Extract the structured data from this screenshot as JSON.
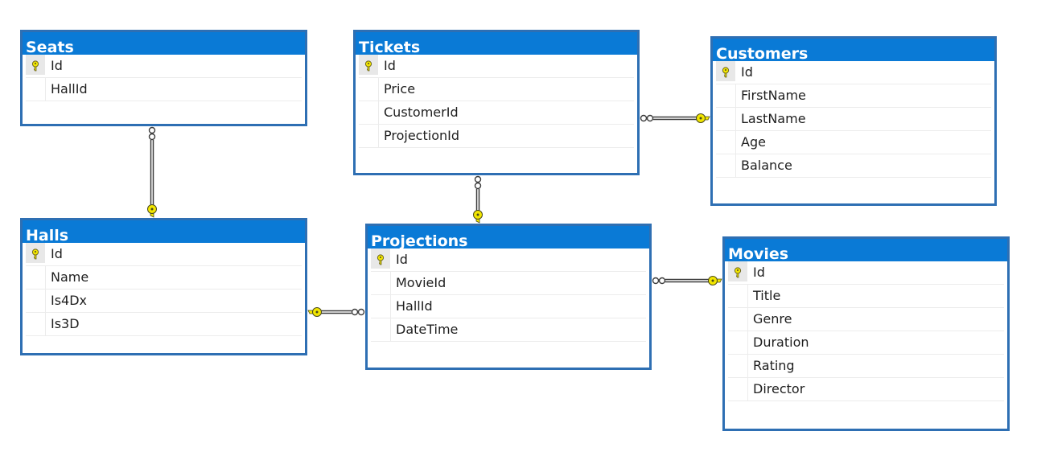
{
  "diagram": {
    "tables": [
      {
        "id": "seats",
        "name": "Seats",
        "columns": [
          {
            "name": "Id",
            "primary_key": true
          },
          {
            "name": "HallId",
            "primary_key": false
          }
        ]
      },
      {
        "id": "tickets",
        "name": "Tickets",
        "columns": [
          {
            "name": "Id",
            "primary_key": true
          },
          {
            "name": "Price",
            "primary_key": false
          },
          {
            "name": "CustomerId",
            "primary_key": false
          },
          {
            "name": "ProjectionId",
            "primary_key": false
          }
        ]
      },
      {
        "id": "customers",
        "name": "Customers",
        "columns": [
          {
            "name": "Id",
            "primary_key": true
          },
          {
            "name": "FirstName",
            "primary_key": false
          },
          {
            "name": "LastName",
            "primary_key": false
          },
          {
            "name": "Age",
            "primary_key": false
          },
          {
            "name": "Balance",
            "primary_key": false
          }
        ]
      },
      {
        "id": "halls",
        "name": "Halls",
        "columns": [
          {
            "name": "Id",
            "primary_key": true
          },
          {
            "name": "Name",
            "primary_key": false
          },
          {
            "name": "Is4Dx",
            "primary_key": false
          },
          {
            "name": "Is3D",
            "primary_key": false
          }
        ]
      },
      {
        "id": "projections",
        "name": "Projections",
        "columns": [
          {
            "name": "Id",
            "primary_key": true
          },
          {
            "name": "MovieId",
            "primary_key": false
          },
          {
            "name": "HallId",
            "primary_key": false
          },
          {
            "name": "DateTime",
            "primary_key": false
          }
        ]
      },
      {
        "id": "movies",
        "name": "Movies",
        "columns": [
          {
            "name": "Id",
            "primary_key": true
          },
          {
            "name": "Title",
            "primary_key": false
          },
          {
            "name": "Genre",
            "primary_key": false
          },
          {
            "name": "Duration",
            "primary_key": false
          },
          {
            "name": "Rating",
            "primary_key": false
          },
          {
            "name": "Director",
            "primary_key": false
          }
        ]
      }
    ],
    "relationships": [
      {
        "many": "seats",
        "one": "halls"
      },
      {
        "many": "tickets",
        "one": "customers"
      },
      {
        "many": "tickets",
        "one": "projections"
      },
      {
        "many": "projections",
        "one": "halls"
      },
      {
        "many": "projections",
        "one": "movies"
      }
    ],
    "colors": {
      "title_bar": "#0a7ad6",
      "table_border": "#2e6fb3",
      "key_icon": "#f2e600",
      "connector": "#3c3c3c"
    }
  }
}
